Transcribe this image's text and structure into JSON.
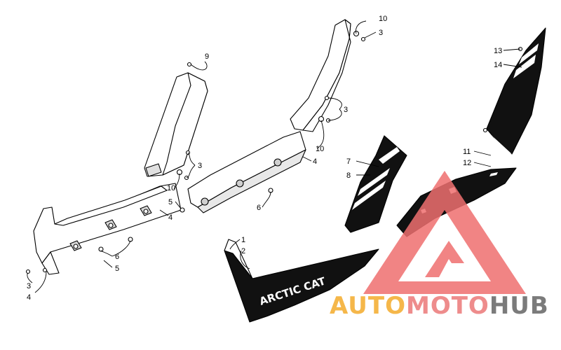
{
  "diagram": {
    "callouts": [
      {
        "label": "9"
      },
      {
        "label": "10"
      },
      {
        "label": "3"
      },
      {
        "label": "3"
      },
      {
        "label": "10"
      },
      {
        "label": "4"
      },
      {
        "label": "3"
      },
      {
        "label": "10"
      },
      {
        "label": "5"
      },
      {
        "label": "4"
      },
      {
        "label": "6"
      },
      {
        "label": "6"
      },
      {
        "label": "5"
      },
      {
        "label": "3"
      },
      {
        "label": "4"
      },
      {
        "label": "13"
      },
      {
        "label": "14"
      },
      {
        "label": "7"
      },
      {
        "label": "8"
      },
      {
        "label": "11"
      },
      {
        "label": "12"
      },
      {
        "label": "1"
      },
      {
        "label": "2"
      }
    ],
    "decal_text": "ARCTIC CAT"
  },
  "watermark": {
    "word_a": "AUTO",
    "word_b": "MOTO",
    "word_c": "HUB",
    "color_a": "#f5b74a",
    "color_b": "#ee8c8c",
    "color_c": "#7b7b7b",
    "logo_color": "#ef6f6f"
  }
}
